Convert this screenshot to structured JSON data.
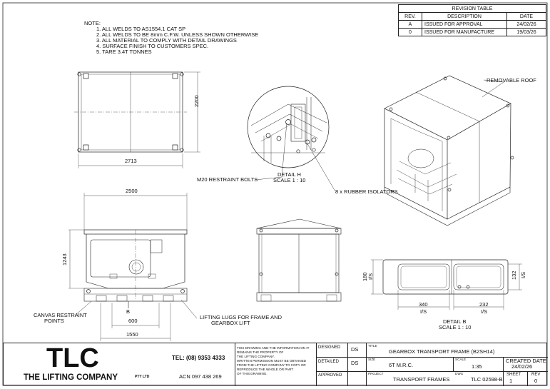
{
  "notes": {
    "heading": "NOTE:",
    "items": [
      "1. ALL WELDS TO AS1554.1 CAT SP",
      "2. ALL WELDS TO BE 8mm C.F.W. UNLESS SHOWN OTHERWISE",
      "3. ALL MATERIAL TO COMPLY WITH DETAIL DRAWINGS",
      "4. SURFACE FINISH TO CUSTOMERS SPEC.",
      "5. TARE 3.4T TONNES"
    ]
  },
  "revision_table": {
    "title": "REVISION TABLE",
    "headers": [
      "REV.",
      "DESCRIPTION",
      "DATE"
    ],
    "rows": [
      [
        "A",
        "ISSUED FOR APPROVAL",
        "24/02/26"
      ],
      [
        "0",
        "ISSUED FOR MANUFACTURE",
        "19/03/26"
      ]
    ]
  },
  "dimensions": {
    "top_height": "2200",
    "top_width": "2713",
    "front_width": "2500",
    "front_height": "1243",
    "lug_spacing": "600",
    "base_width": "1550",
    "detail_b_height": "180",
    "detail_b_height_note": "I/S",
    "detail_b_right_height": "132",
    "detail_b_right_note": "I/S",
    "detail_b_width_left": "340",
    "detail_b_width_left_note": "I/S",
    "detail_b_width_right": "232",
    "detail_b_width_right_note": "I/S"
  },
  "labels": {
    "removable_roof": "REMOVABLE ROOF",
    "restraint_bolts": "M20 RESTRAINT BOLTS",
    "detail_h": "DETAIL H",
    "detail_h_scale": "SCALE 1 : 10",
    "rubber_isolators": "8 x RUBBER ISOLATORS",
    "canvas_points_1": "CANVAS RESTRAINT",
    "canvas_points_2": "POINTS",
    "section_b": "B",
    "lifting_lugs_1": "LIFTING LUGS FOR FRAME AND",
    "lifting_lugs_2": "GEARBOX LIFT",
    "detail_b": "DETAIL B",
    "detail_b_scale": "SCALE 1 : 10"
  },
  "title_block": {
    "logo": "TLC",
    "company": "THE LIFTING COMPANY",
    "company_suffix": "PTY LTD",
    "phone": "TEL: (08) 9353 4333",
    "acn": "ACN 097 438 269",
    "disclaimer": [
      "THIS DRAWING AND THE INFORMATION ON IT",
      "REMAINS THE PROPERTY OF",
      "THE LIFTING COMPANY.",
      "WRITTEN PERMISSION MUST BE OBTAINED",
      "FROM THE LIFTING COMPANY TO COPY OR",
      "REPRODUCE THE WHOLE OR PART",
      "OF THIS DRAWING."
    ],
    "designed_label": "DESIGNED",
    "designed_value": "DS",
    "detailed_label": "DETAILED",
    "detailed_value": "DS",
    "approved_label": "APPROVED",
    "title_label": "TITLE",
    "title_value": "GEARBOX TRANSPORT FRAME (B2SH14)",
    "size_label": "SIZE",
    "size_value": "6T M.R.C.",
    "scale_label": "SCALE",
    "scale_value": "1:35",
    "created_label": "CREATED DATE",
    "created_value": "24/02/26",
    "project_label": "PROJECT",
    "project_value": "TRANSPORT FRAMES",
    "dwg_label": "DWG",
    "dwg_value": "TLC 02598-B",
    "sheet_label": "SHEET",
    "sheet_value": "1",
    "rev_label": "REV",
    "rev_value": "0"
  }
}
